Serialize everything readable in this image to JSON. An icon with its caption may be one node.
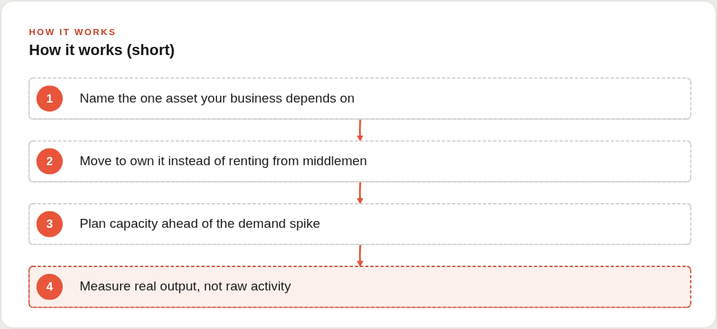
{
  "diagram": {
    "title": "How it works (short)",
    "nodes": [
      {
        "text": [
          "1",
          "Name the one asset your business depends on"
        ]
      },
      {
        "text": [
          "2",
          "Move to own it instead of renting from middlemen"
        ]
      },
      {
        "text": [
          "3",
          "Plan capacity ahead of the demand spike"
        ]
      },
      {
        "text": [
          "4",
          "Measure real output, not raw activity"
        ]
      }
    ],
    "edges": [
      {
        "from": 0,
        "to": 1,
        "arrow": "to"
      },
      {
        "from": 1,
        "to": 2,
        "arrow": "to"
      },
      {
        "from": 2,
        "to": 3,
        "arrow": "to"
      }
    ],
    "labels": [
      "HOW IT WORKS"
    ]
  }
}
